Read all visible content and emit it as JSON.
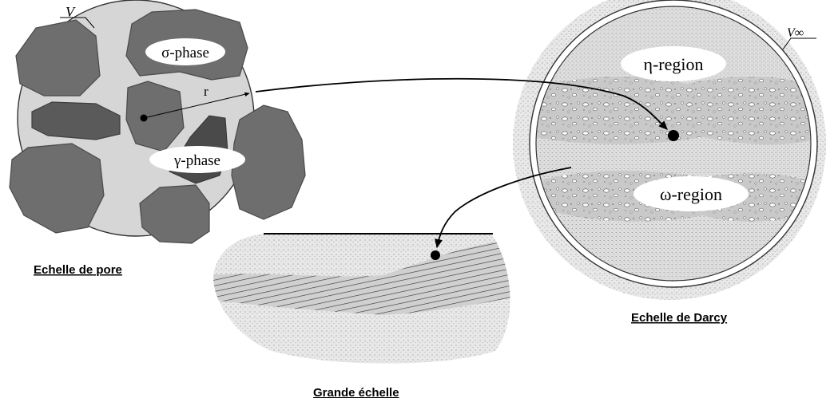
{
  "labels": {
    "v_pore": "V",
    "v_darcy": "V∞",
    "sigma_phase": "σ-phase",
    "gamma_phase": "γ-phase",
    "radius": "r",
    "eta_region": "η-region",
    "omega_region": "ω-region"
  },
  "captions": {
    "pore_scale": "Echelle de pore",
    "darcy_scale": "Echelle de Darcy",
    "large_scale": "Grande échelle"
  },
  "colors": {
    "grain": "#6e6e6e",
    "grain_stroke": "#4a4a4a",
    "pore_disc": "#d6d6d6",
    "darcy_bg": "#e4e4e4",
    "region_band": "#c4c4c4",
    "ink": "#000000"
  }
}
